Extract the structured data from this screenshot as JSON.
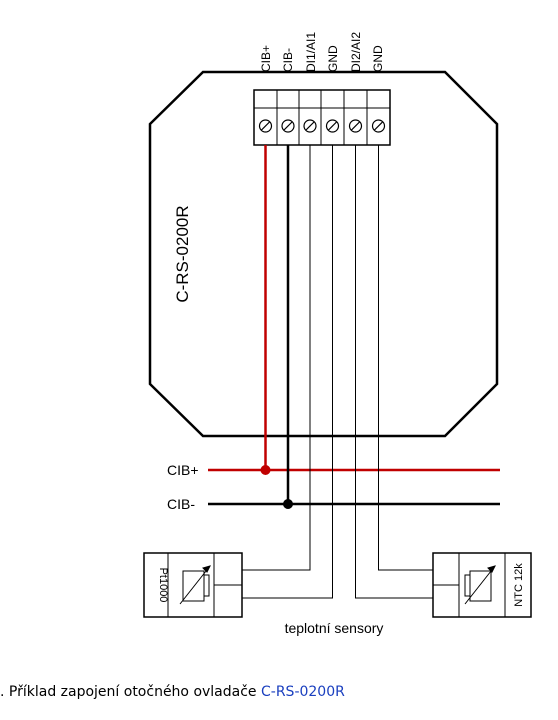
{
  "device": {
    "name": "C-RS-0200R"
  },
  "terminals": [
    "CIB+",
    "CIB-",
    "DI1/AI1",
    "GND",
    "DI2/AI2",
    "GND"
  ],
  "bus": {
    "plus_label": "CIB+",
    "minus_label": "CIB-"
  },
  "sensors": [
    {
      "id": "left",
      "label": "Pt1000"
    },
    {
      "id": "right",
      "label": "NTC 12k"
    }
  ],
  "sensors_caption": "teplotní sensory",
  "caption": {
    "prefix": ". Příklad zapojení otočného ovladače ",
    "model": "C-RS-0200R"
  },
  "colors": {
    "cib_plus": "#c00000",
    "cib_minus": "#000000",
    "wire": "#000000"
  }
}
